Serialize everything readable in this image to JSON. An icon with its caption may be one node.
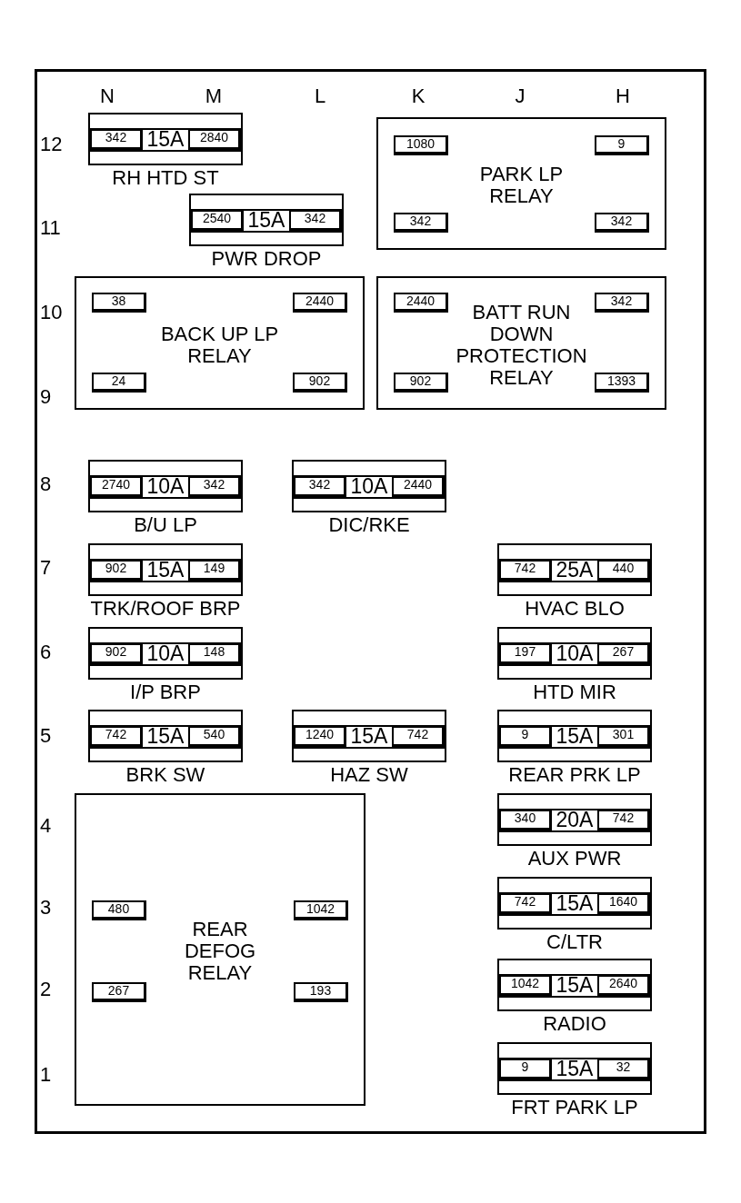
{
  "diagram": {
    "nodes": [
      {
        "text": [],
        "shape": "box"
      },
      {
        "text": [
          "15A"
        ],
        "beside": [
          "RH HTD ST"
        ],
        "in": 0
      },
      {
        "text": [
          "342"
        ],
        "in": 1
      },
      {
        "text": [
          "2840"
        ],
        "in": 1
      },
      {
        "text": [
          "PARK LP RELAY"
        ],
        "in": 0
      },
      {
        "text": [
          "1080"
        ],
        "in": 4
      },
      {
        "text": [
          "9"
        ],
        "in": 4
      },
      {
        "text": [
          "342"
        ],
        "in": 4
      },
      {
        "text": [
          "342"
        ],
        "in": 4
      },
      {
        "text": [
          "15A"
        ],
        "beside": [
          "PWR DROP"
        ],
        "in": 0
      },
      {
        "text": [
          "2540"
        ],
        "in": 9
      },
      {
        "text": [
          "342"
        ],
        "in": 9
      },
      {
        "text": [
          "BACK UP LP RELAY"
        ],
        "in": 0
      },
      {
        "text": [
          "38"
        ],
        "in": 12
      },
      {
        "text": [
          "2440"
        ],
        "in": 12
      },
      {
        "text": [
          "24"
        ],
        "in": 12
      },
      {
        "text": [
          "902"
        ],
        "in": 12
      },
      {
        "text": [
          "BATT RUN DOWN PROTECTION RELAY"
        ],
        "in": 0
      },
      {
        "text": [
          "2440"
        ],
        "in": 17
      },
      {
        "text": [
          "342"
        ],
        "in": 17
      },
      {
        "text": [
          "902"
        ],
        "in": 17
      },
      {
        "text": [
          "1393"
        ],
        "in": 17
      },
      {
        "text": [
          "10A"
        ],
        "beside": [
          "B/U LP"
        ],
        "in": 0
      },
      {
        "text": [
          "2740"
        ],
        "in": 22
      },
      {
        "text": [
          "342"
        ],
        "in": 22
      },
      {
        "text": [
          "10A"
        ],
        "beside": [
          "DIC/RKE"
        ],
        "in": 0
      },
      {
        "text": [
          "342"
        ],
        "in": 25
      },
      {
        "text": [
          "2440"
        ],
        "in": 25
      },
      {
        "text": [
          "15A"
        ],
        "beside": [
          "TRK/ROOF BRP"
        ],
        "in": 0
      },
      {
        "text": [
          "902"
        ],
        "in": 28
      },
      {
        "text": [
          "149"
        ],
        "in": 28
      },
      {
        "text": [
          "25A"
        ],
        "beside": [
          "HVAC BLO"
        ],
        "in": 0
      },
      {
        "text": [
          "742"
        ],
        "in": 31
      },
      {
        "text": [
          "440"
        ],
        "in": 31
      },
      {
        "text": [
          "10A"
        ],
        "beside": [
          "I/P BRP"
        ],
        "in": 0
      },
      {
        "text": [
          "902"
        ],
        "in": 34
      },
      {
        "text": [
          "148"
        ],
        "in": 34
      },
      {
        "text": [
          "10A"
        ],
        "beside": [
          "HTD MIR"
        ],
        "in": 0
      },
      {
        "text": [
          "197"
        ],
        "in": 37
      },
      {
        "text": [
          "267"
        ],
        "in": 37
      },
      {
        "text": [
          "15A"
        ],
        "beside": [
          "BRK SW"
        ],
        "in": 0
      },
      {
        "text": [
          "742"
        ],
        "in": 40
      },
      {
        "text": [
          "540"
        ],
        "in": 40
      },
      {
        "text": [
          "15A"
        ],
        "beside": [
          "HAZ SW"
        ],
        "in": 0
      },
      {
        "text": [
          "1240"
        ],
        "in": 43
      },
      {
        "text": [
          "742"
        ],
        "in": 43
      },
      {
        "text": [
          "15A"
        ],
        "beside": [
          "REAR PRK LP"
        ],
        "in": 0
      },
      {
        "text": [
          "9"
        ],
        "in": 46
      },
      {
        "text": [
          "301"
        ],
        "in": 46
      },
      {
        "text": [
          "REAR DEFOG RELAY"
        ],
        "in": 0
      },
      {
        "text": [
          "480"
        ],
        "in": 49
      },
      {
        "text": [
          "1042"
        ],
        "in": 49
      },
      {
        "text": [
          "267"
        ],
        "in": 49
      },
      {
        "text": [
          "193"
        ],
        "in": 49
      },
      {
        "text": [
          "20A"
        ],
        "beside": [
          "AUX PWR"
        ],
        "in": 0
      },
      {
        "text": [
          "340"
        ],
        "in": 54
      },
      {
        "text": [
          "742"
        ],
        "in": 54
      },
      {
        "text": [
          "15A"
        ],
        "beside": [
          "C/LTR"
        ],
        "in": 0
      },
      {
        "text": [
          "742"
        ],
        "in": 57
      },
      {
        "text": [
          "1640"
        ],
        "in": 57
      },
      {
        "text": [
          "15A"
        ],
        "beside": [
          "RADIO"
        ],
        "in": 0
      },
      {
        "text": [
          "1042"
        ],
        "in": 60
      },
      {
        "text": [
          "2640"
        ],
        "in": 60
      },
      {
        "text": [
          "15A"
        ],
        "beside": [
          "FRT PARK LP"
        ],
        "in": 0
      },
      {
        "text": [
          "9"
        ],
        "in": 63
      },
      {
        "text": [
          "32"
        ],
        "in": 63
      }
    ],
    "labels": [
      "N",
      "M",
      "L",
      "K",
      "J",
      "H",
      "12",
      "11",
      "10",
      "9",
      "8",
      "7",
      "6",
      "5",
      "4",
      "3",
      "2",
      "1"
    ]
  }
}
